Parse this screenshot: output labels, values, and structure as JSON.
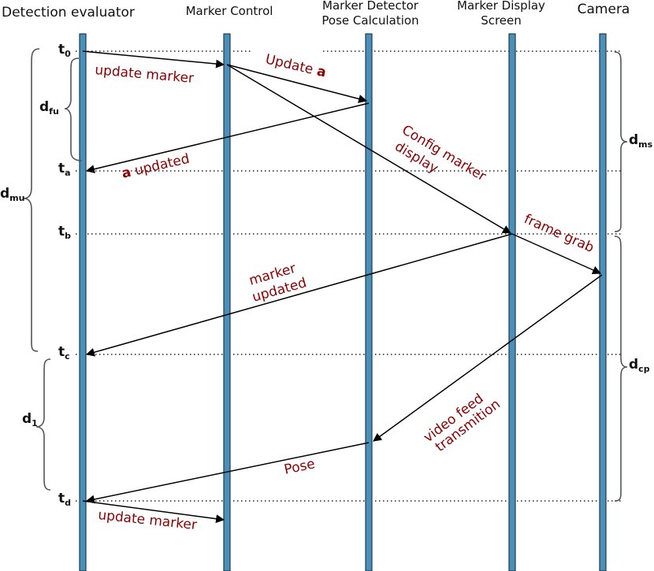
{
  "colors": {
    "lifeline": "#4a90b8",
    "label": "#8b0000",
    "text": "#111111"
  },
  "headers": {
    "detection_evaluator": "Detection evaluator",
    "marker_control": "Marker Control",
    "marker_detector_line1": "Marker Detector",
    "marker_detector_line2": "Pose Calculation",
    "marker_display_line1": "Marker Display",
    "marker_display_line2": "Screen",
    "camera": "Camera"
  },
  "times": {
    "t0": {
      "main": "t",
      "sub": "0"
    },
    "ta": {
      "main": "t",
      "sub": "a"
    },
    "tb": {
      "main": "t",
      "sub": "b"
    },
    "tc": {
      "main": "t",
      "sub": "c"
    },
    "td": {
      "main": "t",
      "sub": "d"
    }
  },
  "durations": {
    "dfu": {
      "main": "d",
      "sub": "fu"
    },
    "dmu": {
      "main": "d",
      "sub": "mu"
    },
    "d1": {
      "main": "d",
      "sub": "1"
    },
    "dms": {
      "main": "d",
      "sub": "ms"
    },
    "dcp": {
      "main": "d",
      "sub": "cp"
    }
  },
  "messages": {
    "update_marker_1": "update marker",
    "update_a_prefix": "Update ",
    "update_a_var": "a",
    "a_updated_var": "a",
    "a_updated_suffix": " updated",
    "config_line1": "Config marker",
    "config_line2": "display",
    "frame_grab": "frame grab",
    "marker_updated_line1": "marker",
    "marker_updated_line2": "updated",
    "video_line1": "video feed",
    "video_line2": "transmition",
    "pose": "Pose",
    "update_marker_2": "update marker"
  }
}
